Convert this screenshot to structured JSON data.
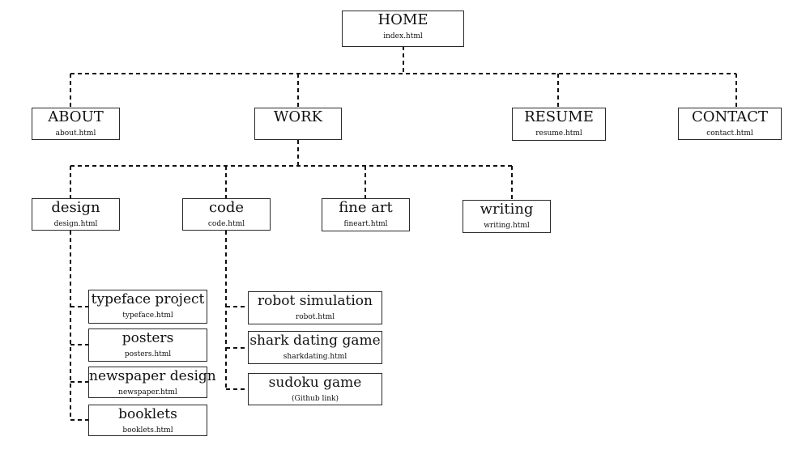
{
  "sitemap": {
    "home": {
      "title": "HOME",
      "file": "index.html"
    },
    "about": {
      "title": "ABOUT",
      "file": "about.html"
    },
    "work": {
      "title": "WORK",
      "file": ""
    },
    "resume": {
      "title": "RESUME",
      "file": "resume.html"
    },
    "contact": {
      "title": "CONTACT",
      "file": "contact.html"
    },
    "design": {
      "title": "design",
      "file": "design.html"
    },
    "code": {
      "title": "code",
      "file": "code.html"
    },
    "fineart": {
      "title": "fine art",
      "file": "fineart.html"
    },
    "writing": {
      "title": "writing",
      "file": "writing.html"
    },
    "typeface": {
      "title": "typeface project",
      "file": "typeface.html"
    },
    "posters": {
      "title": "posters",
      "file": "posters.html"
    },
    "newspaper": {
      "title": "newspaper design",
      "file": "newspaper.html"
    },
    "booklets": {
      "title": "booklets",
      "file": "booklets.html"
    },
    "robot": {
      "title": "robot simulation",
      "file": "robot.html"
    },
    "shark": {
      "title": "shark dating game",
      "file": "sharkdating.html"
    },
    "sudoku": {
      "title": "sudoku game",
      "file": "(Github link)"
    }
  }
}
